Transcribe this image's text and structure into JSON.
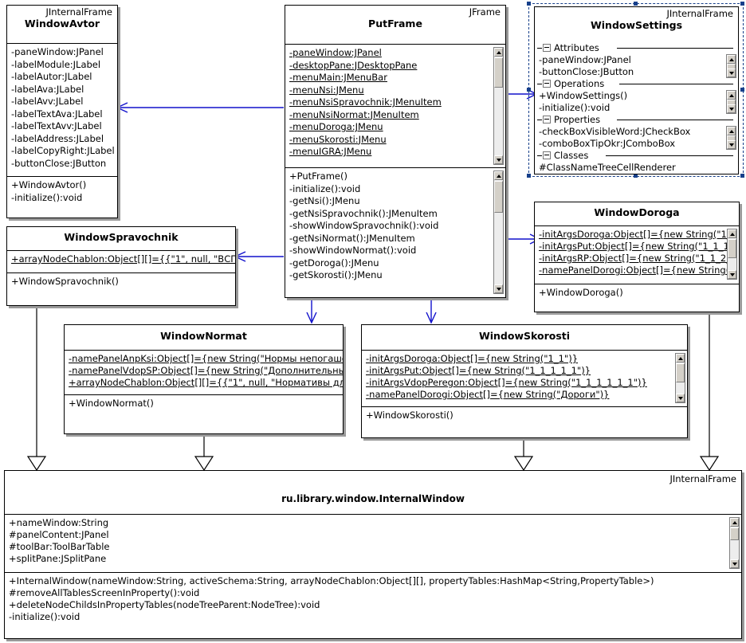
{
  "diagram": {
    "type": "uml-class-diagram",
    "title": "Window classes UML class diagram"
  },
  "classes": {
    "window_avtor": {
      "stereotype": "JInternalFrame",
      "name": "WindowAvtor",
      "attributes": [
        "-paneWindow:JPanel",
        "-labelModule:JLabel",
        "-labelAutor:JLabel",
        "-labelAva:JLabel",
        "-labelAvv:JLabel",
        "-labelTextAva:JLabel",
        "-labelTextAvv:JLabel",
        "-labelAddress:JLabel",
        "-labelCopyRight:JLabel",
        "-buttonClose:JButton"
      ],
      "operations": [
        "+WindowAvtor()",
        "-initialize():void"
      ]
    },
    "put_frame": {
      "stereotype": "JFrame",
      "name": "PutFrame",
      "attributes": [
        "-paneWindow:JPanel",
        "-desktopPane:JDesktopPane",
        "-menuMain:JMenuBar",
        "-menuNsi:JMenu",
        "-menuNsiSpravochnik:JMenuItem",
        "-menuNsiNormat:JMenuItem",
        "-menuDoroga:JMenu",
        "-menuSkorosti:JMenu",
        "-menuIGRA:JMenu"
      ],
      "operations": [
        "+PutFrame()",
        "-initialize():void",
        "-getNsi():JMenu",
        "-getNsiSpravochnik():JMenuItem",
        "-showWindowSpravochnik():void",
        "-getNsiNormat():JMenuItem",
        "-showWindowNormat():void",
        "-getDoroga():JMenu",
        "-getSkorosti():JMenu"
      ]
    },
    "window_settings": {
      "stereotype": "JInternalFrame",
      "name": "WindowSettings",
      "selected": true,
      "groups": [
        {
          "label": "Attributes",
          "rows": [
            "-paneWindow:JPanel",
            "-buttonClose:JButton"
          ]
        },
        {
          "label": "Operations",
          "rows": [
            "+WindowSettings()",
            "-initialize():void"
          ]
        },
        {
          "label": "Properties",
          "rows": [
            "-checkBoxVisibleWord:JCheckBox",
            "-comboBoxTipOkr:JComboBox"
          ]
        },
        {
          "label": "Classes",
          "rows": [
            "#ClassNameTreeCellRenderer"
          ]
        }
      ]
    },
    "window_doroga": {
      "stereotype": "",
      "name": "WindowDoroga",
      "attributes": [
        "-initArgsDoroga:Object[]={new String(\"1_",
        "-initArgsPut:Object[]={new String(\"1_1_1",
        "-initArgsRP:Object[]={new String(\"1_1_2_",
        "-namePanelDorogi:Object[]={new String(\""
      ],
      "operations": [
        "+WindowDoroga()"
      ]
    },
    "window_spravochnik": {
      "stereotype": "",
      "name": "WindowSpravochnik",
      "attributes": [
        "+arrayNodeChablon:Object[][]={{\"1\", null, \"ВСП\","
      ],
      "operations": [
        "+WindowSpravochnik()"
      ]
    },
    "window_normat": {
      "stereotype": "",
      "name": "WindowNormat",
      "attributes": [
        "-namePanelAnpKsi:Object[]={new String(\"Нормы непогаше",
        "-namePanelVdopSP:Object[]={new String(\"Дополнительнь",
        "+arrayNodeChablon:Object[][]={{\"1\", null, \"Нормативы для"
      ],
      "operations": [
        "+WindowNormat()"
      ]
    },
    "window_skorosti": {
      "stereotype": "",
      "name": "WindowSkorosti",
      "attributes": [
        "-initArgsDoroga:Object[]={new String(\"1_1\")}",
        "-initArgsPut:Object[]={new String(\"1_1_1_1_1\")}",
        "-initArgsVdopPeregon:Object[]={new String(\"1_1_1_1_1_1\")}",
        "-namePanelDorogi:Object[]={new String(\"Дороги\")}"
      ],
      "operations": [
        "+WindowSkorosti()"
      ]
    },
    "internal_window": {
      "stereotype": "JInternalFrame",
      "name": "ru.library.window.InternalWindow",
      "attributes": [
        "+nameWindow:String",
        "#panelContent:JPanel",
        "#toolBar:ToolBarTable",
        "+splitPane:JSplitPane"
      ],
      "operations": [
        "+InternalWindow(nameWindow:String, activeSchema:String, arrayNodeChablon:Object[][], propertyTables:HashMap<String,PropertyTable>)",
        "#removeAllTablesScreenInProperty():void",
        "+deleteNodeChildsInPropertyTables(nodeTreeParent:NodeTree):void",
        "-initialize():void"
      ]
    }
  },
  "colors": {
    "dependency_arrow": "#1111cc",
    "generalization_line": "#000000",
    "selection": "#17408b",
    "shadow": "#9a9a9a",
    "background": "#ffffff"
  }
}
